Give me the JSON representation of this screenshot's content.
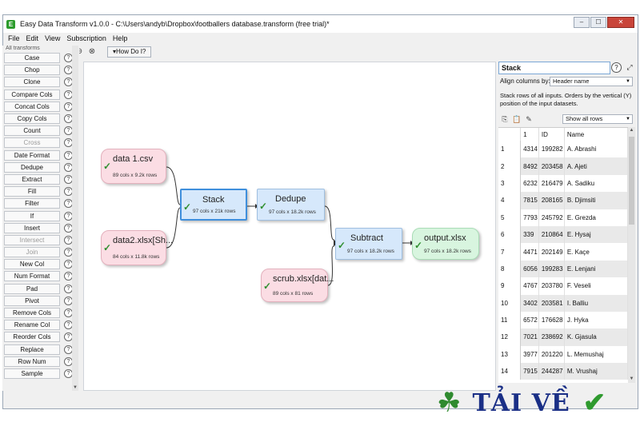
{
  "window": {
    "title": "Easy Data Transform v1.0.0 - C:\\Users\\andyb\\Dropbox\\footballers database.transform (free trial)*",
    "controls": [
      "–",
      "☐",
      "✕"
    ]
  },
  "menu": [
    "File",
    "Edit",
    "View",
    "Subscription",
    "Help"
  ],
  "toolbar": {
    "how_do_i": "▾How Do I?"
  },
  "sidebar": {
    "header_cut": "All transforms",
    "help_glyph": "?",
    "items": [
      {
        "label": "Case",
        "disabled": false
      },
      {
        "label": "Chop",
        "disabled": false
      },
      {
        "label": "Clone",
        "disabled": false
      },
      {
        "label": "Compare Cols",
        "disabled": false
      },
      {
        "label": "Concat Cols",
        "disabled": false
      },
      {
        "label": "Copy Cols",
        "disabled": false
      },
      {
        "label": "Count",
        "disabled": false
      },
      {
        "label": "Cross",
        "disabled": true
      },
      {
        "label": "Date Format",
        "disabled": false
      },
      {
        "label": "Dedupe",
        "disabled": false
      },
      {
        "label": "Extract",
        "disabled": false
      },
      {
        "label": "Fill",
        "disabled": false
      },
      {
        "label": "Filter",
        "disabled": false
      },
      {
        "label": "If",
        "disabled": false
      },
      {
        "label": "Insert",
        "disabled": false
      },
      {
        "label": "Intersect",
        "disabled": true
      },
      {
        "label": "Join",
        "disabled": true
      },
      {
        "label": "New Col",
        "disabled": false
      },
      {
        "label": "Num Format",
        "disabled": false
      },
      {
        "label": "Pad",
        "disabled": false
      },
      {
        "label": "Pivot",
        "disabled": false
      },
      {
        "label": "Remove Cols",
        "disabled": false
      },
      {
        "label": "Rename Col",
        "disabled": false
      },
      {
        "label": "Reorder Cols",
        "disabled": false
      },
      {
        "label": "Replace",
        "disabled": false
      },
      {
        "label": "Row Num",
        "disabled": false
      },
      {
        "label": "Sample",
        "disabled": false
      }
    ]
  },
  "canvas": {
    "nodes": [
      {
        "id": "data1",
        "kind": "input",
        "title": "data 1.csv",
        "sub": "89 cols x 9.2k rows"
      },
      {
        "id": "data2",
        "kind": "input",
        "title": "data2.xlsx[Sh...",
        "sub": "84 cols x 11.8k rows"
      },
      {
        "id": "stack",
        "kind": "process",
        "title": "Stack",
        "sub": "97 cols x 21k rows",
        "selected": true
      },
      {
        "id": "dedupe",
        "kind": "process",
        "title": "Dedupe",
        "sub": "97 cols x 18.2k rows"
      },
      {
        "id": "scrub",
        "kind": "input",
        "title": "scrub.xlsx[dat...",
        "sub": "89 cols x 81 rows"
      },
      {
        "id": "subtract",
        "kind": "process",
        "title": "Subtract",
        "sub": "97 cols x 18.2k rows"
      },
      {
        "id": "output",
        "kind": "output",
        "title": "output.xlsx",
        "sub": "97 cols x 18.2k rows"
      }
    ],
    "check_glyph": "✓"
  },
  "panel": {
    "title": "Stack",
    "help_glyph": "?",
    "align_label": "Align columns by:",
    "align_value": "Header name",
    "description": "Stack rows of all inputs. Orders by the vertical (Y) position of the input datasets.",
    "show_rows": "Show all rows",
    "columns": [
      "",
      "1",
      "ID",
      "Name"
    ],
    "rows": [
      [
        "1",
        "4314",
        "199282",
        "A. Abrashi"
      ],
      [
        "2",
        "8492",
        "203458",
        "A. Ajeti"
      ],
      [
        "3",
        "6232",
        "216479",
        "A. Sadiku"
      ],
      [
        "4",
        "7815",
        "208165",
        "B. Djimsiti"
      ],
      [
        "5",
        "7793",
        "245792",
        "E. Grezda"
      ],
      [
        "6",
        "339",
        "210864",
        "E. Hysaj"
      ],
      [
        "7",
        "4471",
        "202149",
        "E. Kaçe"
      ],
      [
        "8",
        "6056",
        "199283",
        "E. Lenjani"
      ],
      [
        "9",
        "4767",
        "203780",
        "F. Veseli"
      ],
      [
        "10",
        "3402",
        "203581",
        "I. Balliu"
      ],
      [
        "11",
        "6572",
        "176628",
        "J. Hyka"
      ],
      [
        "12",
        "7021",
        "238692",
        "K. Gjasula"
      ],
      [
        "13",
        "3977",
        "201220",
        "L. Memushaj"
      ],
      [
        "14",
        "7915",
        "244287",
        "M. Vrushaj"
      ]
    ]
  },
  "watermark": {
    "text": "TẢI VỀ"
  }
}
